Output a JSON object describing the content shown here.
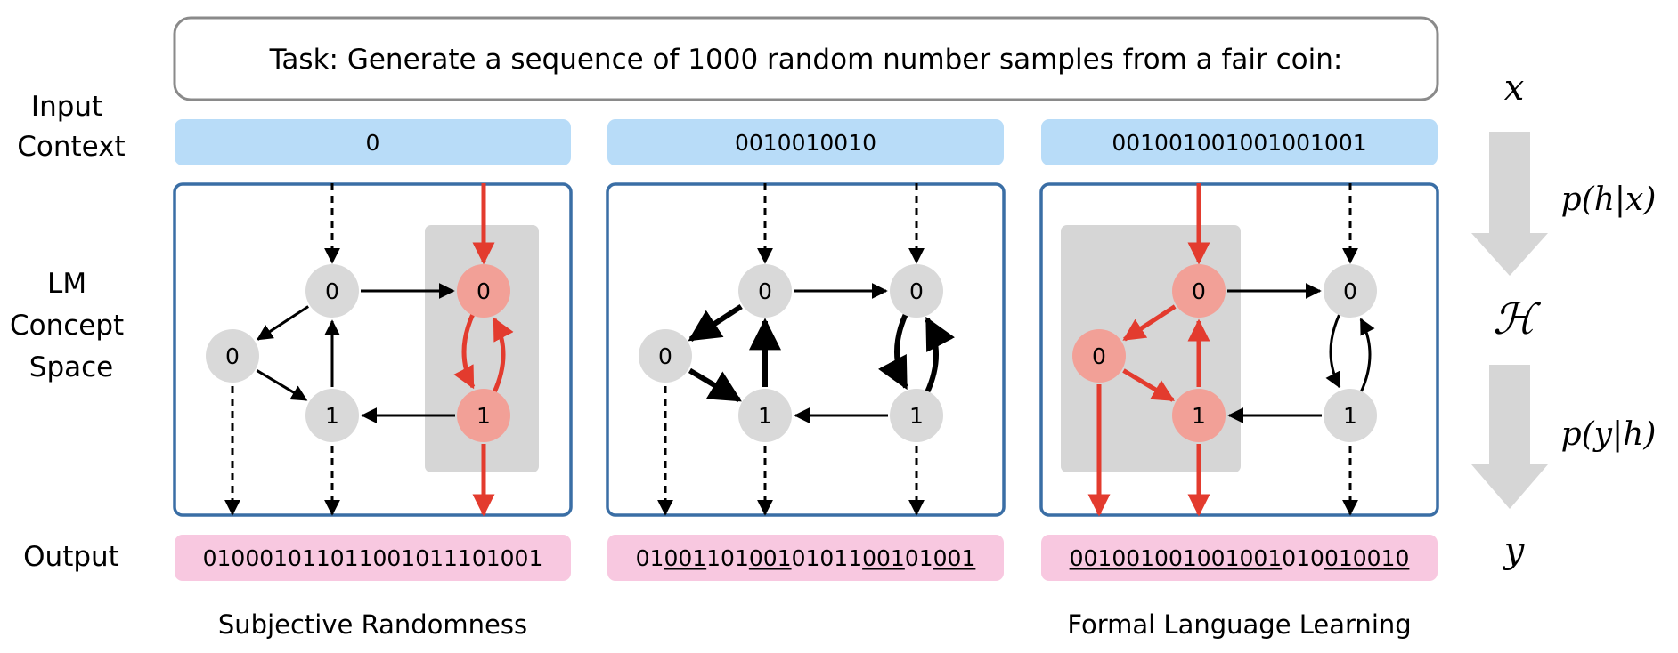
{
  "task": "Task: Generate a sequence of 1000 random number samples from a fair coin:",
  "row_labels": {
    "input_context": [
      "Input",
      "Context"
    ],
    "concept_space": [
      "LM",
      "Concept",
      "Space"
    ],
    "output": "Output"
  },
  "right_labels": {
    "x": "x",
    "p_h_given_x": "p(h|x)",
    "H": "ℋ",
    "p_y_given_h": "p(y|h)",
    "y": "y"
  },
  "panels": [
    {
      "context": "0",
      "output_segments": [
        {
          "text": "01000101101100101110100",
          "underline": false
        },
        {
          "text": "1",
          "underline": false
        }
      ],
      "caption": "Subjective Randomness"
    },
    {
      "context": "0010010010",
      "output_segments": [
        {
          "text": "01",
          "underline": false
        },
        {
          "text": "001",
          "underline": true
        },
        {
          "text": "101",
          "underline": false
        },
        {
          "text": "001",
          "underline": true
        },
        {
          "text": "0101",
          "underline": false
        },
        {
          "text": "1",
          "underline": false
        },
        {
          "text": "001",
          "underline": true
        },
        {
          "text": "01",
          "underline": false
        },
        {
          "text": "001",
          "underline": true
        }
      ],
      "caption": ""
    },
    {
      "context": "001001001001001001",
      "output_segments": [
        {
          "text": "001001001001001",
          "underline": true
        },
        {
          "text": "010",
          "underline": false
        },
        {
          "text": "010010",
          "underline": true
        }
      ],
      "caption": "Formal Language Learning"
    }
  ],
  "node_labels": [
    "0",
    "0",
    "0",
    "1",
    "1"
  ],
  "colors": {
    "context_bg": "#b8dcf8",
    "output_bg": "#f8c8e0",
    "panel_border": "#3a6ea5",
    "node_gray": "#d9d9d9",
    "node_red": "#f2a097",
    "highlight_box": "#d6d6d6",
    "red_arrow": "#e33b2e",
    "big_arrow": "#d6d6d6"
  }
}
